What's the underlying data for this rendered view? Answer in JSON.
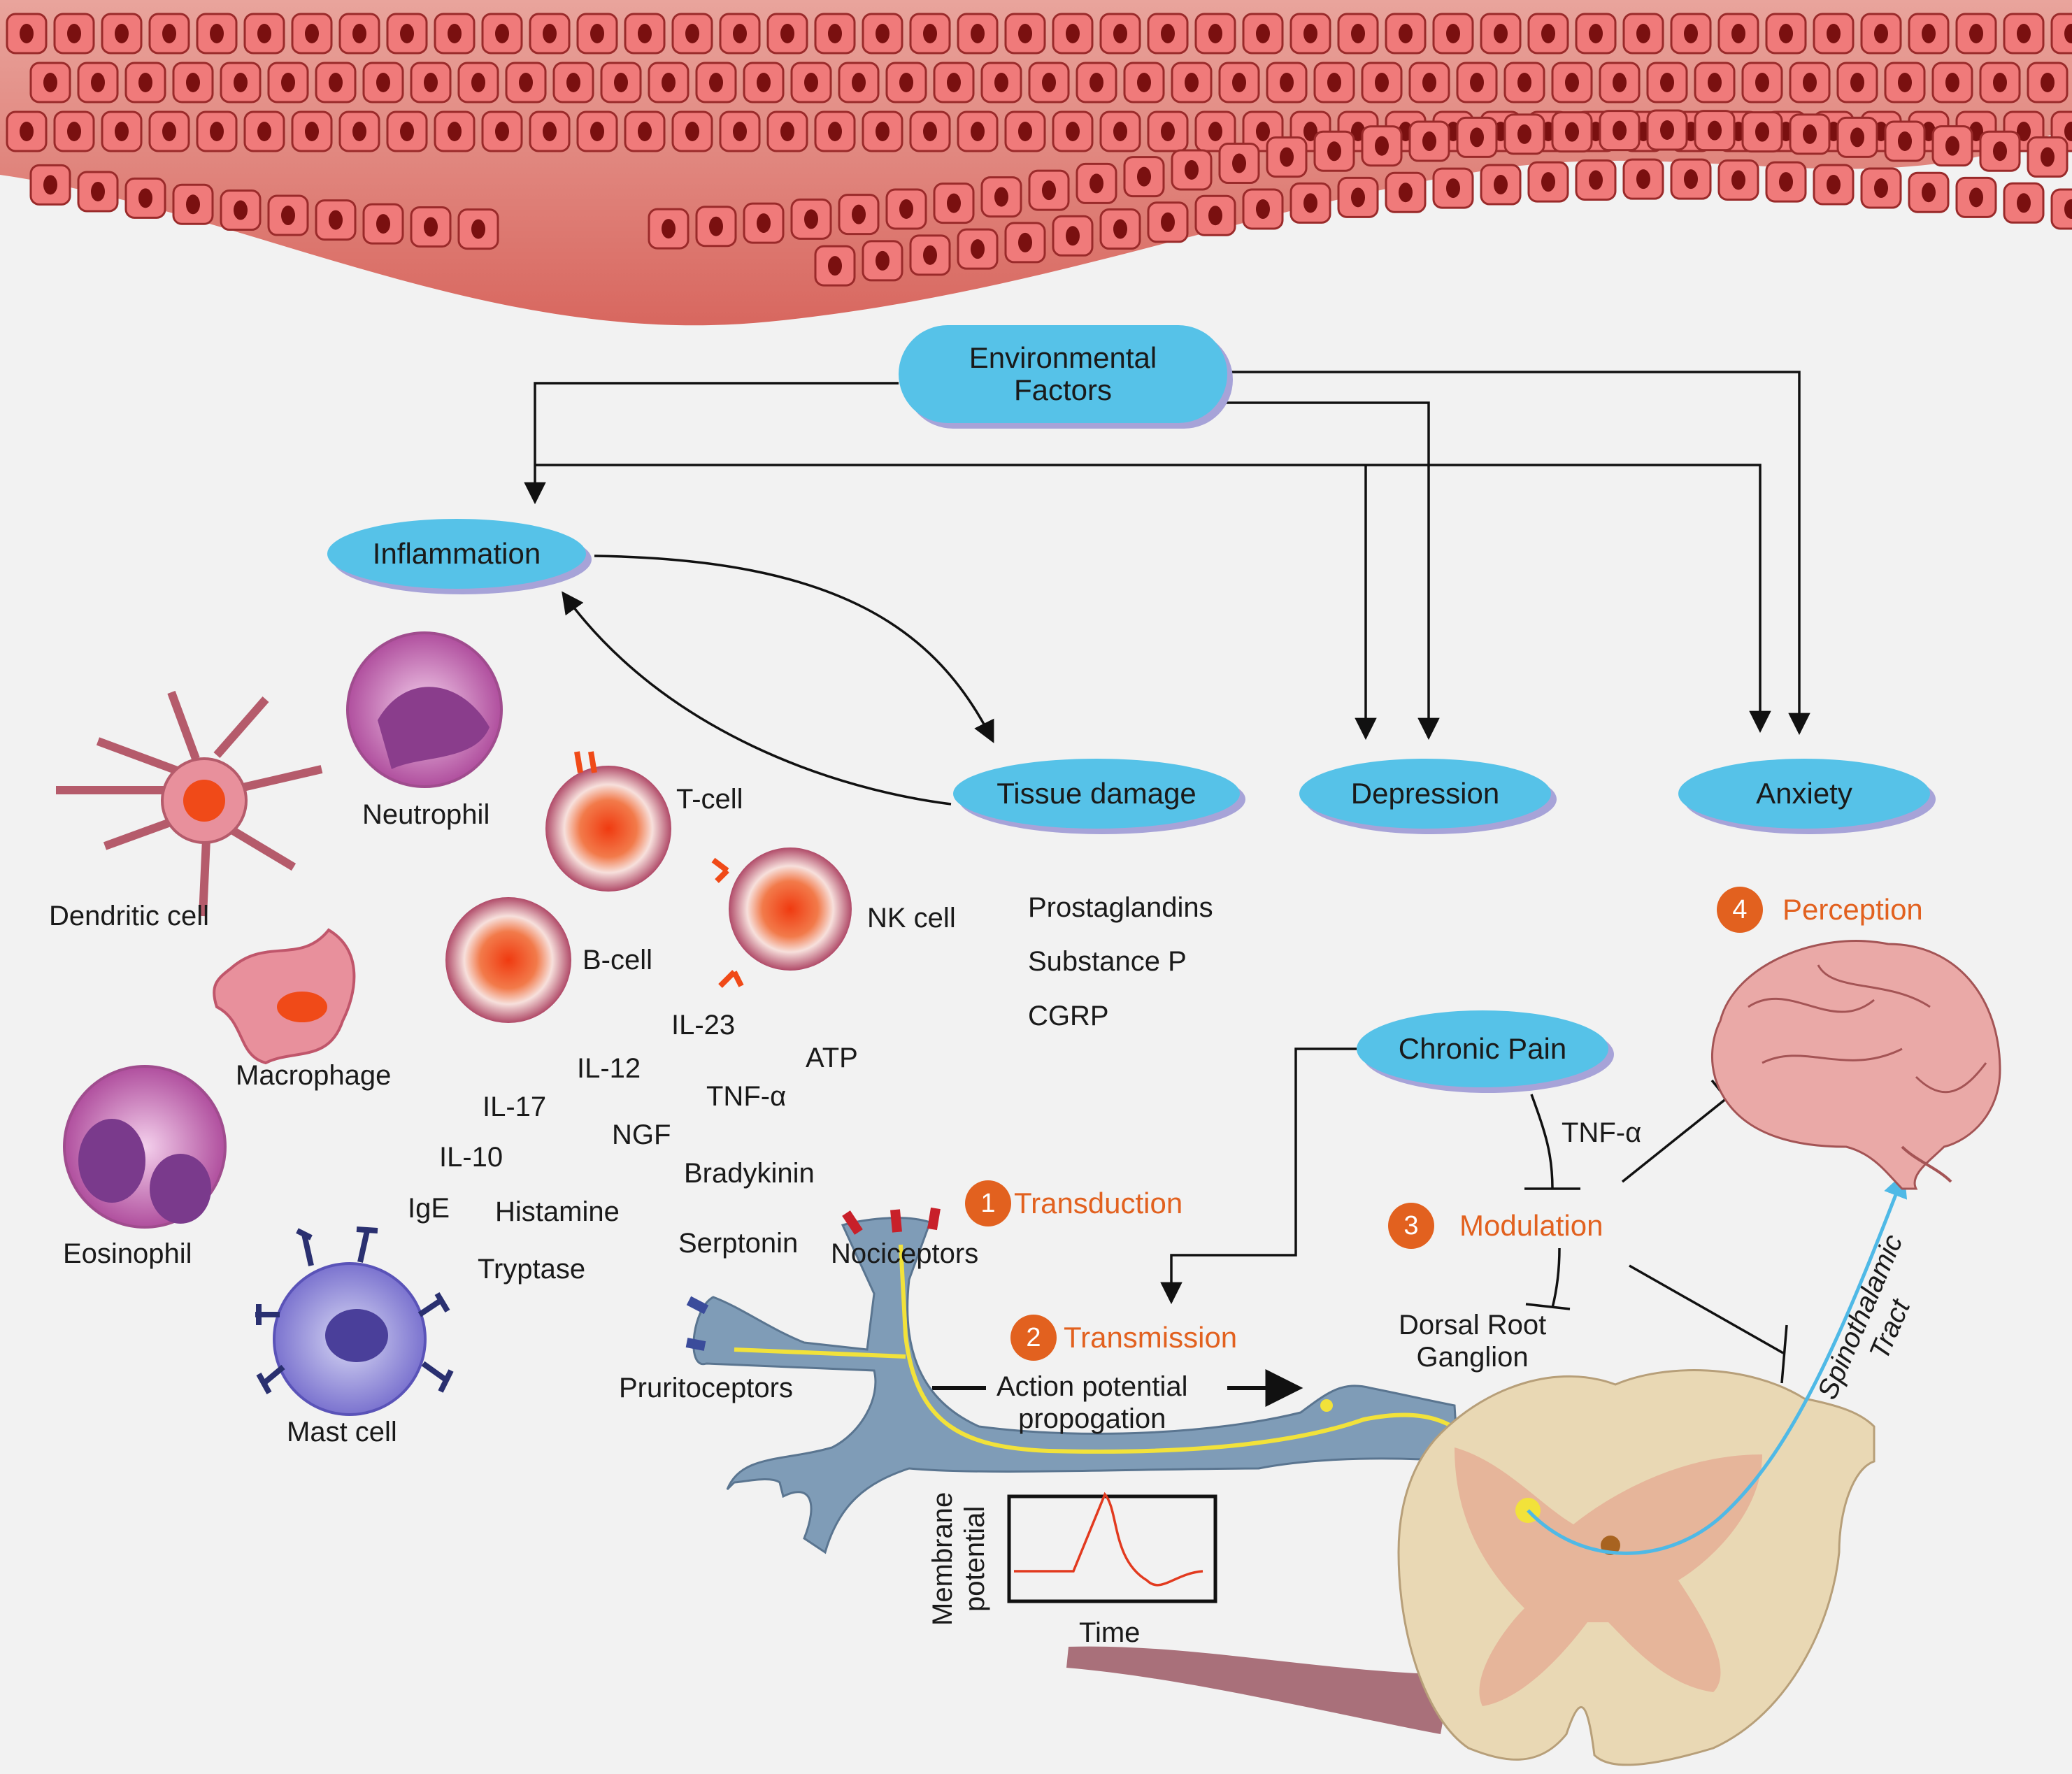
{
  "nodes": {
    "environmental_factors": "Environmental\nFactors",
    "inflammation": "Inflammation",
    "tissue_damage": "Tissue damage",
    "depression": "Depression",
    "anxiety": "Anxiety",
    "chronic_pain": "Chronic Pain"
  },
  "cells": {
    "dendritic": "Dendritic cell",
    "neutrophil": "Neutrophil",
    "t_cell": "T-cell",
    "b_cell": "B-cell",
    "nk_cell": "NK cell",
    "macrophage": "Macrophage",
    "eosinophil": "Eosinophil",
    "mast_cell": "Mast cell"
  },
  "mediators": {
    "il23": "IL-23",
    "il12": "IL-12",
    "il17": "IL-17",
    "il10": "IL-10",
    "ige": "IgE",
    "histamine": "Histamine",
    "tryptase": "Tryptase",
    "ngf": "NGF",
    "tnf": "TNF-α",
    "atp": "ATP",
    "bradykinin": "Bradykinin",
    "serotonin": "Serptonin",
    "prostaglandins": "Prostaglandins",
    "substance_p": "Substance P",
    "cgrp": "CGRP"
  },
  "steps": [
    {
      "num": "1",
      "label": "Transduction"
    },
    {
      "num": "2",
      "label": "Transmission"
    },
    {
      "num": "3",
      "label": "Modulation"
    },
    {
      "num": "4",
      "label": "Perception"
    }
  ],
  "neuro": {
    "nociceptors": "Nociceptors",
    "pruritoceptors": "Pruritoceptors",
    "ap_line1": "Action potential",
    "ap_line2": "propogation",
    "tnf_mod": "TNF-α",
    "drg_line1": "Dorsal Root",
    "drg_line2": "Ganglion",
    "tract_line1": "Spinothalamic",
    "tract_line2": "Tract"
  },
  "graph": {
    "ylabel_line1": "Membrane",
    "ylabel_line2": "potential",
    "xlabel": "Time"
  },
  "colors": {
    "node_fill": "#56c2e8",
    "step_orange": "#e2611f",
    "nerve": "#7f9cb7",
    "axon": "#f2e23a",
    "tract": "#4fb9e6"
  }
}
